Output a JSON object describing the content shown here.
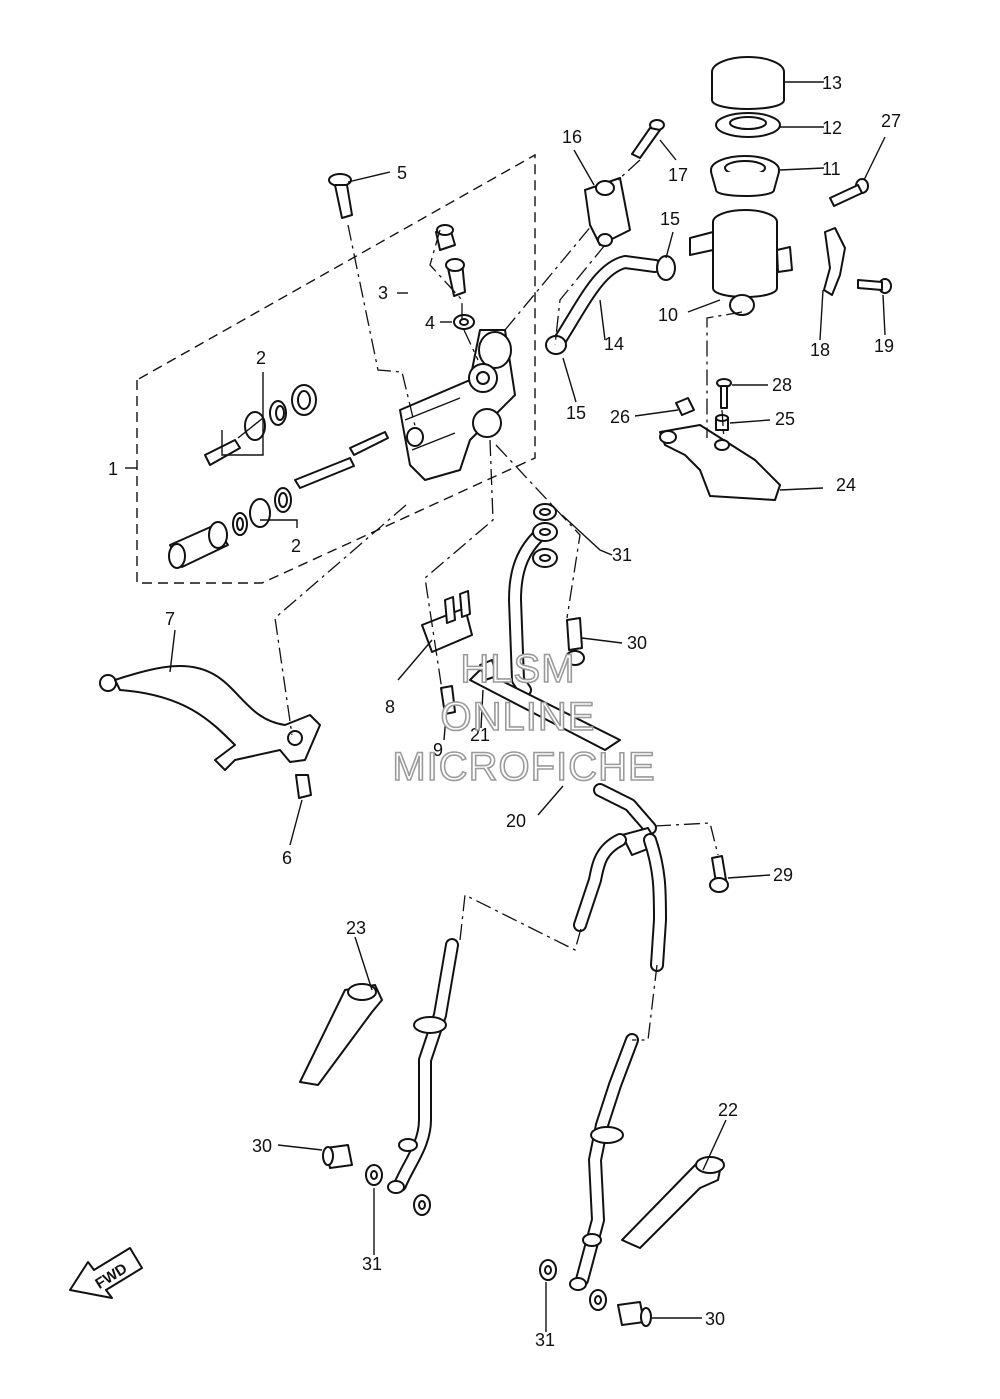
{
  "diagram": {
    "callouts": [
      {
        "id": "c1",
        "text": "1"
      },
      {
        "id": "c2a",
        "text": "2"
      },
      {
        "id": "c2b",
        "text": "2"
      },
      {
        "id": "c3",
        "text": "3"
      },
      {
        "id": "c4",
        "text": "4"
      },
      {
        "id": "c5",
        "text": "5"
      },
      {
        "id": "c6",
        "text": "6"
      },
      {
        "id": "c7",
        "text": "7"
      },
      {
        "id": "c8",
        "text": "8"
      },
      {
        "id": "c9",
        "text": "9"
      },
      {
        "id": "c10",
        "text": "10"
      },
      {
        "id": "c11",
        "text": "11"
      },
      {
        "id": "c12",
        "text": "12"
      },
      {
        "id": "c13",
        "text": "13"
      },
      {
        "id": "c14",
        "text": "14"
      },
      {
        "id": "c15a",
        "text": "15"
      },
      {
        "id": "c15b",
        "text": "15"
      },
      {
        "id": "c16",
        "text": "16"
      },
      {
        "id": "c17",
        "text": "17"
      },
      {
        "id": "c18",
        "text": "18"
      },
      {
        "id": "c19",
        "text": "19"
      },
      {
        "id": "c20",
        "text": "20"
      },
      {
        "id": "c21",
        "text": "21"
      },
      {
        "id": "c22",
        "text": "22"
      },
      {
        "id": "c23",
        "text": "23"
      },
      {
        "id": "c24",
        "text": "24"
      },
      {
        "id": "c25",
        "text": "25"
      },
      {
        "id": "c26",
        "text": "26"
      },
      {
        "id": "c27",
        "text": "27"
      },
      {
        "id": "c28",
        "text": "28"
      },
      {
        "id": "c29",
        "text": "29"
      },
      {
        "id": "c30a",
        "text": "30"
      },
      {
        "id": "c30b",
        "text": "30"
      },
      {
        "id": "c30c",
        "text": "30"
      },
      {
        "id": "c31a",
        "text": "31"
      },
      {
        "id": "c31b",
        "text": "31"
      },
      {
        "id": "c31c",
        "text": "31"
      }
    ],
    "watermark": [
      "HLSM",
      "ONLINE",
      "MICROFICHE"
    ],
    "direction_badge": "FWD"
  }
}
